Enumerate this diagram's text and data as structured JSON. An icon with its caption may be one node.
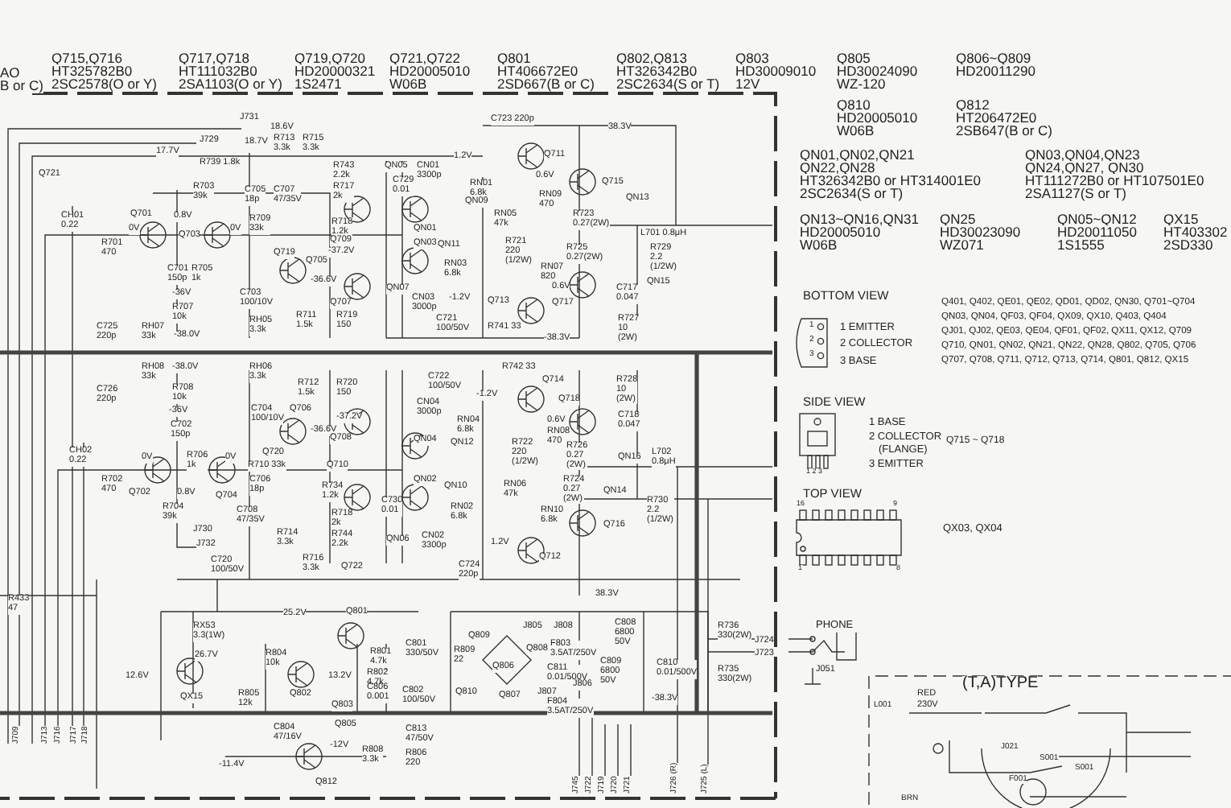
{
  "diagram": {
    "labels": [
      "AO",
      "B or C)",
      "Q715,Q716",
      "HT325782B0",
      "2SC2578(O or Y)",
      "Q717,Q718",
      "HT111032B0",
      "2SA1103(O or Y)",
      "Q719,Q720",
      "HD20000321",
      "1S2471",
      "Q721,Q722",
      "HD20005010",
      "W06B",
      "Q801",
      "HT406672E0",
      "2SD667(B or C)",
      "Q802,Q813",
      "HT326342B0",
      "2SC2634(S or T)",
      "Q803",
      "HD30009010",
      "12V",
      "Q805",
      "HD30024090",
      "WZ-120",
      "Q806~Q809",
      "HD20011290",
      "Q810",
      "HD20005010",
      "W06B",
      "Q812",
      "HT206472E0",
      "2SB647(B or C)",
      "QN01,QN02,QN21",
      "QN22,QN28",
      "HT326342B0 or HT314001E0",
      "2SC2634(S or T)",
      "QN03,QN04,QN23",
      "QN24,QN27, QN30",
      "HT111272B0 or HT107501E0",
      "2SA1127(S or T)",
      "QN13~QN16,QN31",
      "HD20005010",
      "W06B",
      "QN25",
      "HD30023090",
      "WZ071",
      "QN05~QN12",
      "HD20011050",
      "1S1555",
      "QX15",
      "HT403302",
      "2SD330",
      "BOTTOM VIEW",
      "1 EMITTER",
      "2 COLLECTOR",
      "3 BASE",
      "Q401, Q402, QE01, QE02, QD01, QD02, QN30, Q701~Q704",
      "QN03, QN04, QF03, QF04, QX09, QX10, Q403, Q404",
      "QJ01, QJ02, QE03, QE04, QF01, QF02, QX11, QX12, Q709",
      "Q710, QN01, QN02, QN21, QN22, QN28, Q802, Q705, Q706",
      "Q707, Q708, Q711, Q712, Q713, Q714, Q801, Q812, QX15",
      "1",
      "2",
      "3",
      "SIDE VIEW",
      "1 BASE",
      "2 COLLECTOR",
      "(FLANGE)",
      "3 EMITTER",
      "Q715 ~ Q718",
      "1 2 3",
      "TOP VIEW",
      "16",
      "9",
      "1",
      "8",
      "QX03, QX04",
      "PHONE",
      "J051",
      "(T,A)TYPE",
      "RED",
      "L001",
      "230V",
      "J021",
      "S001",
      "S001",
      "F001",
      "BRN",
      "J731",
      "18.6V",
      "J729",
      "17.7V",
      "18.7V",
      "R713 3.3k",
      "R715 3.3k",
      "R739 1.8k",
      "R743 2.2k",
      "Q721",
      "QN05",
      "C729 0.01",
      "R703 39k",
      "C705 18p",
      "C707 47/35V",
      "R717 2k",
      "CH01 0.22",
      "Q701",
      "0.8V",
      "0V",
      "Q703",
      "0V",
      "R709 33k",
      "R718 1.2k",
      "Q709",
      "R701 470",
      "Q719",
      "-37.2V",
      "Q705",
      "C701 150p",
      "R705 1k",
      "-36.6V",
      "QN07",
      "-36V",
      "C703 100/10V",
      "Q707",
      "R707 10k",
      "RH05 3.3k",
      "R711 1.5k",
      "R719 150",
      "C725 220p",
      "RH07 33k",
      "-38.0V",
      "C723 220p",
      "38.3V",
      "1.2V",
      "CN01 3300p",
      "Q711",
      "0.6V",
      "Q715",
      "RN01 6.8k",
      "RN09 470",
      "QN09",
      "QN13",
      "RN05 47k",
      "R723 0.27(2W)",
      "QN01",
      "L701 0.8μH",
      "QN03",
      "QN11",
      "R721 220 (1/2W)",
      "R725 0.27(2W)",
      "R729 2.2 (1/2W)",
      "RN03 6.8k",
      "RN07 820",
      "0.6V",
      "QN15",
      "C717 0.047",
      "CN03 3000p",
      "-1.2V",
      "Q713",
      "Q717",
      "C721 100/50V",
      "R741 33",
      "R727 10 (2W)",
      "-38.3V",
      "RH08 33k",
      "-38.0V",
      "RH06 3.3k",
      "R742 33",
      "R712 1.5k",
      "R720 150",
      "C722 100/50V",
      "Q714",
      "R728 10 (2W)",
      "C726 220p",
      "R708 10k",
      "-1.2V",
      "CN04 3000p",
      "Q718",
      "-36V",
      "C704 100/10V",
      "Q706",
      "-37.2V",
      "RN04 6.8k",
      "0.6V",
      "C718 0.047",
      "C702 150p",
      "-36.6V",
      "RN08 470",
      "Q708",
      "QN04",
      "QN12",
      "R722 220 (1/2W)",
      "R726 0.27 (2W)",
      "CH02 0.22",
      "0V",
      "R706 1k",
      "0V",
      "Q720",
      "QN16",
      "L702 0.8μH",
      "R710 33k",
      "Q710",
      "R702 470",
      "C706 18p",
      "R734 1.2k",
      "QN02",
      "QN10",
      "RN06 47k",
      "R724 0.27 (2W)",
      "Q702",
      "0.8V",
      "Q704",
      "QN14",
      "R704 39k",
      "C708 47/35V",
      "R718 2k",
      "C730 0.01",
      "RN02 6.8k",
      "RN10 6.8k",
      "R730 2.2 (1/2W)",
      "Q716",
      "J730",
      "J732",
      "R714 3.3k",
      "R744 2.2k",
      "QN06",
      "CN02 3300p",
      "1.2V",
      "C720 100/50V",
      "R716 3.3k",
      "Q722",
      "C724 220p",
      "Q712",
      "38.3V",
      "R433 47",
      "25.2V",
      "Q801",
      "RX53 3.3(1W)",
      "J805",
      "J808",
      "C808 6800 50V",
      "Q809",
      "R736 330(2W)",
      "26.7V",
      "R804 10k",
      "R801 4.7k",
      "C801 330/50V",
      "F803 3.5AT/250V",
      "Q808",
      "J724",
      "R809 22",
      "J723",
      "12.6V",
      "13.2V",
      "R802 4.7k",
      "Q806",
      "C811 0.01/500V",
      "C809 6800 50V",
      "C810 0.01/500V",
      "R735 330(2W)",
      "C806 0.001",
      "C802 100/50V",
      "Q810",
      "QX15",
      "Q802",
      "R805 12k",
      "Q803",
      "Q807",
      "J807",
      "J806",
      "F804 3.5AT/250V",
      "-38.3V",
      "Q805",
      "C804 47/16V",
      "C813 47/50V",
      "-12V",
      "R808 3.3k",
      "R806 220",
      "-11.4V",
      "Q812",
      "J709",
      "J713",
      "J716",
      "J717",
      "J718",
      "J745",
      "J722",
      "J719",
      "J720",
      "J721",
      "J726 (R)",
      "J725 (L)"
    ]
  }
}
